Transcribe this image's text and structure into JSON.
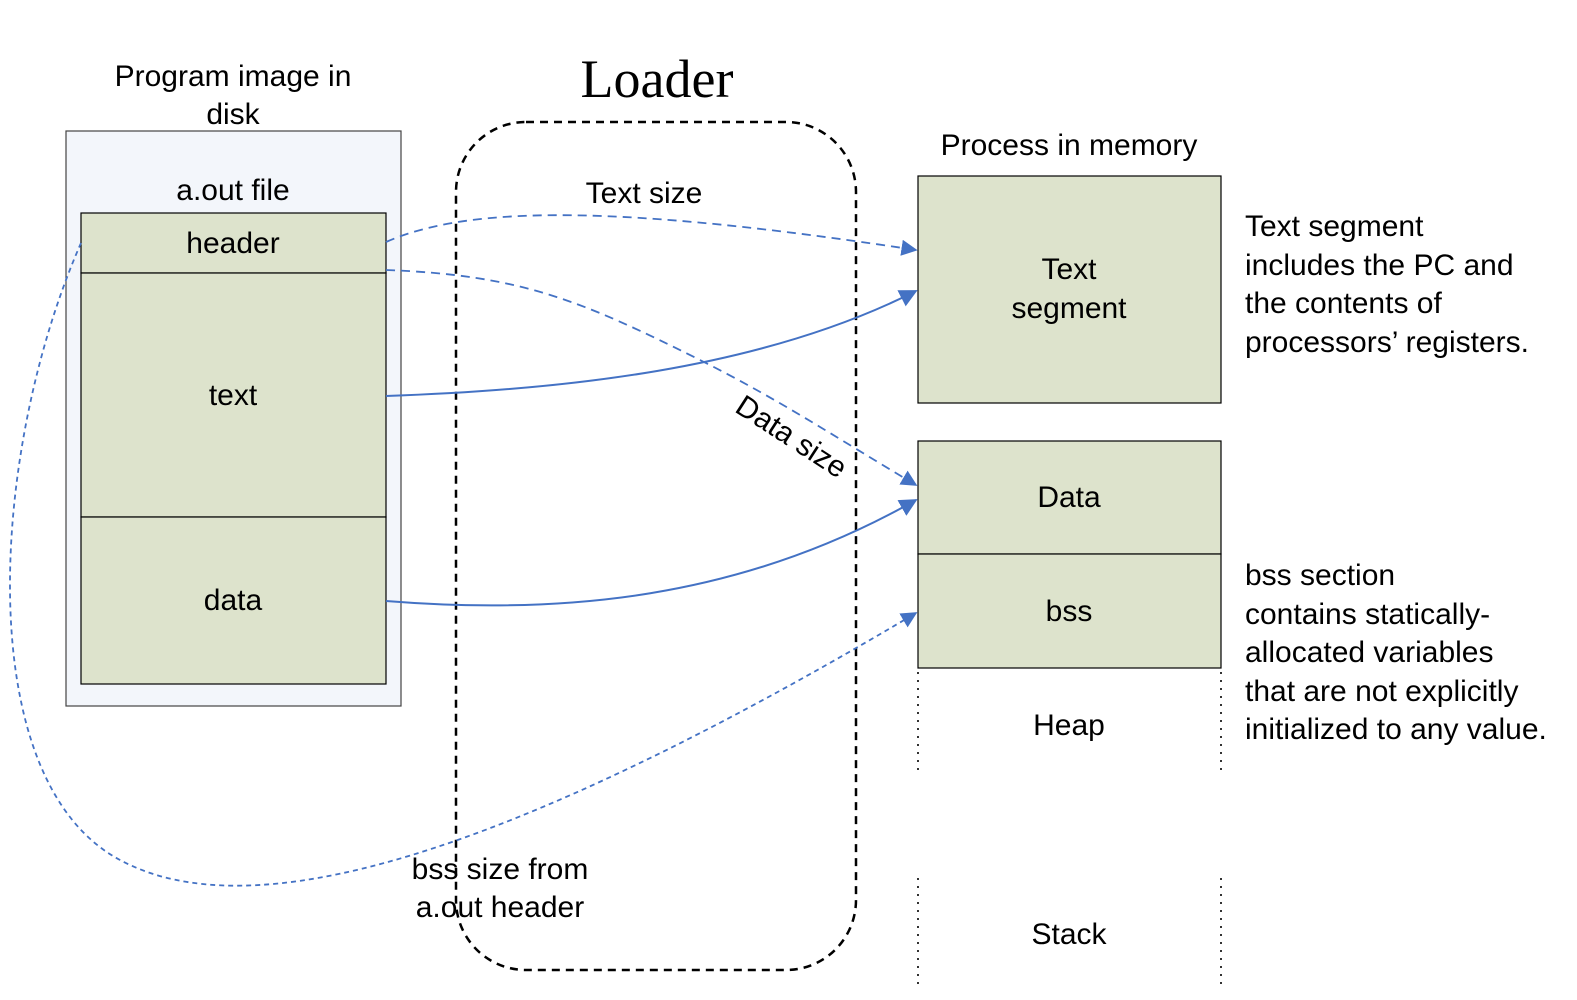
{
  "title": "Loader",
  "disk": {
    "heading_line1": "Program image in",
    "heading_line2": "disk",
    "file_label": "a.out file",
    "sections": [
      "header",
      "text",
      "data"
    ]
  },
  "memory": {
    "heading": "Process in memory",
    "text_segment_line1": "Text",
    "text_segment_line2": "segment",
    "data": "Data",
    "bss": "bss",
    "heap": "Heap",
    "stack": "Stack"
  },
  "flows": {
    "text_size": "Text size",
    "data_size": "Data size",
    "bss_size_line1": "bss size from",
    "bss_size_line2": "a.out header"
  },
  "notes": {
    "text_segment": [
      "Text segment",
      "includes the PC and",
      "the contents of",
      "processors’ registers."
    ],
    "bss_section": [
      "bss section",
      "contains statically-",
      "allocated variables",
      "that are not explicitly",
      "initialized to any value."
    ]
  },
  "colors": {
    "segment_fill": "#dde3cc",
    "arrow": "#4472c4"
  }
}
